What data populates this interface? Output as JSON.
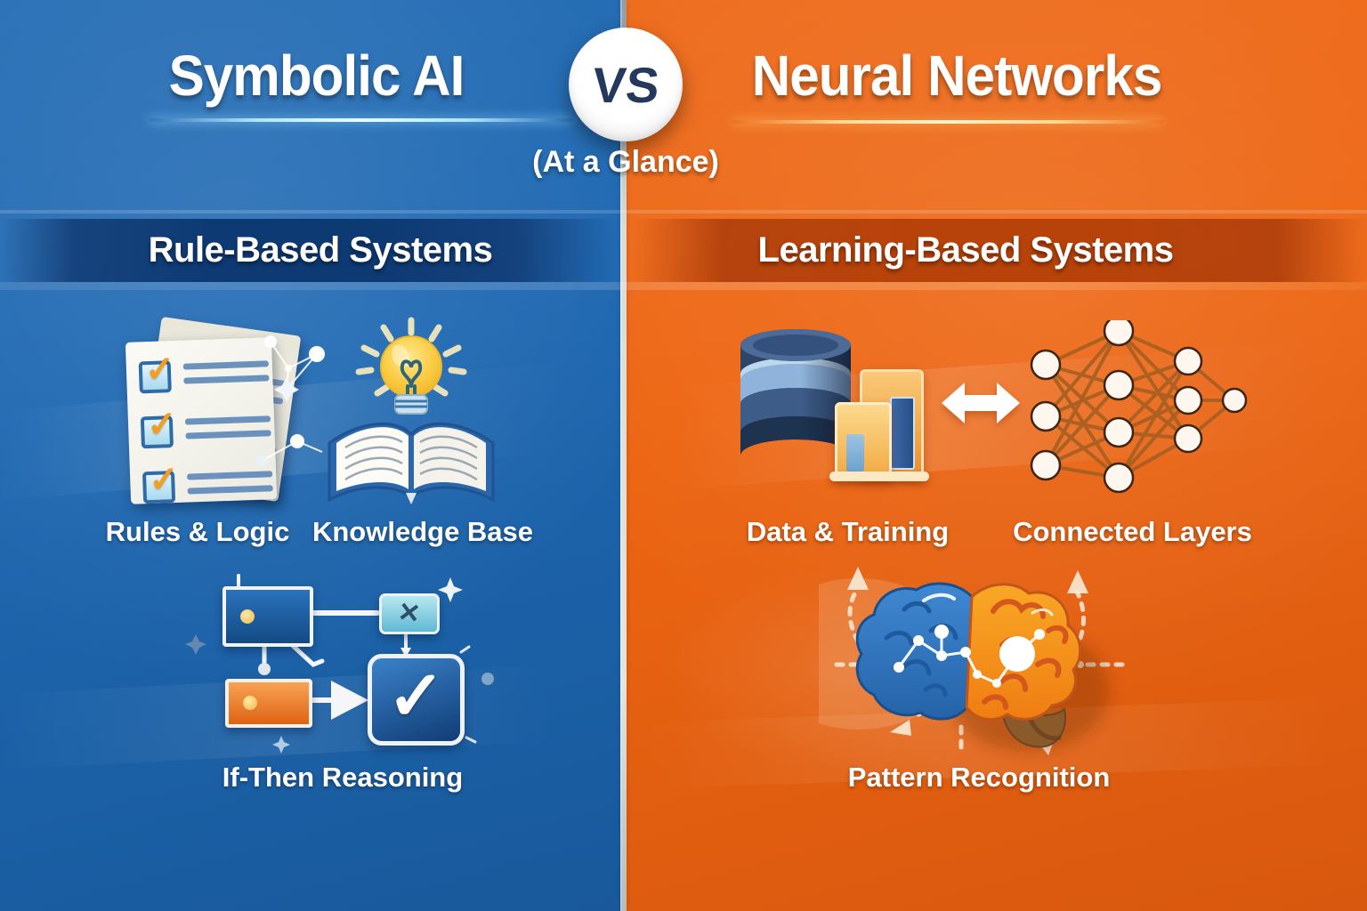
{
  "header": {
    "left_title": "Symbolic AI",
    "vs_label": "VS",
    "right_title": "Neural Networks",
    "subtitle": "(At a Glance)"
  },
  "left": {
    "section_title": "Rule-Based Systems",
    "items": [
      {
        "label": "Rules & Logic",
        "icon": "checklist-document-icon"
      },
      {
        "label": "Knowledge Base",
        "icon": "open-book-lightbulb-icon"
      },
      {
        "label": "If-Then Reasoning",
        "icon": "flowchart-icon"
      }
    ]
  },
  "right": {
    "section_title": "Learning-Based Systems",
    "items": [
      {
        "label": "Data & Training",
        "icon": "database-bar-chart-icon"
      },
      {
        "label": "Connected Layers",
        "icon": "neural-network-icon"
      },
      {
        "label": "Pattern Recognition",
        "icon": "brain-icon"
      }
    ]
  },
  "glyphs": {
    "check": "✓",
    "cross": "✕"
  },
  "palette": {
    "left_bg": "#1e68b2",
    "right_bg": "#ed6512",
    "left_banner": "#0e3a74",
    "right_banner": "#b8430a",
    "left_accent": "#aee4ff",
    "right_accent": "#ffd98f",
    "vs_text": "#24395c",
    "text_color": "#ffffff"
  }
}
